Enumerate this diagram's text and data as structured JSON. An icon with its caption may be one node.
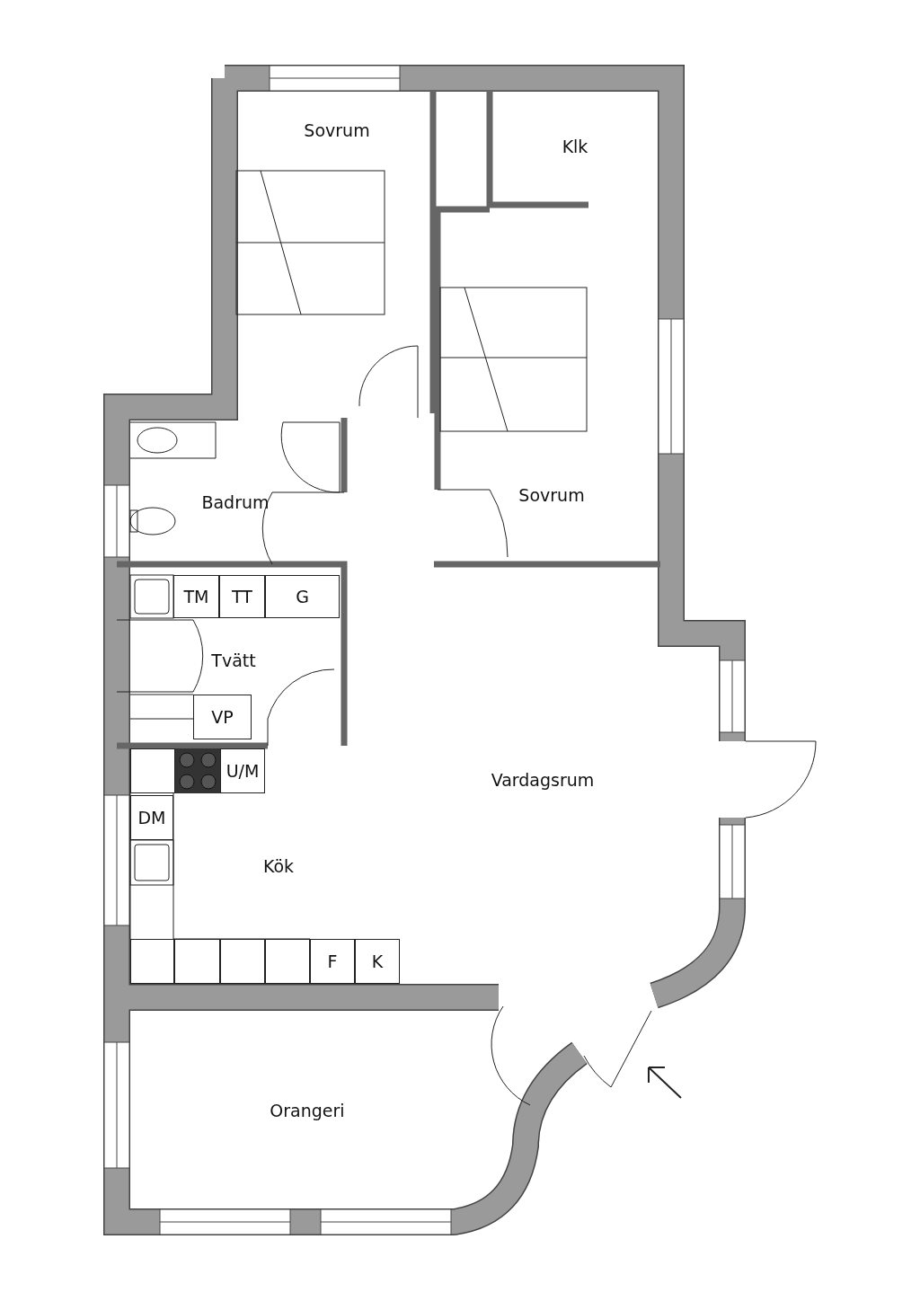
{
  "diagram": {
    "nodes": [
      {
        "text": [
          "TM"
        ]
      },
      {
        "text": [
          "TT"
        ]
      },
      {
        "text": [
          "G"
        ]
      },
      {
        "text": [
          "VP"
        ]
      },
      {
        "text": [],
        "shape": "box"
      },
      {
        "text": [
          "U/M"
        ]
      },
      {
        "text": [
          "DM"
        ]
      },
      {
        "text": [],
        "shape": "box"
      },
      {
        "text": [],
        "shape": "box"
      },
      {
        "text": [],
        "shape": "box"
      },
      {
        "text": [],
        "shape": "box"
      },
      {
        "text": [
          "F"
        ]
      },
      {
        "text": [
          "K"
        ]
      }
    ],
    "labels": [
      "Sovrum",
      "Klk",
      "Sovrum",
      "Badrum",
      "Tvätt",
      "Vardagsrum",
      "Kök",
      "Orangeri"
    ]
  }
}
